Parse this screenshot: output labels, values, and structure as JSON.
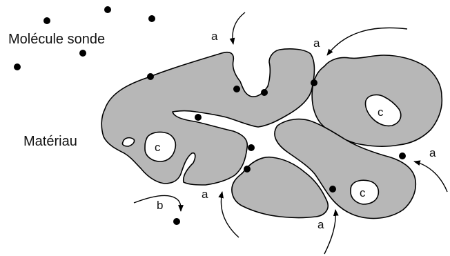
{
  "labels": {
    "probe_molecule": "Molécule sonde",
    "material": "Matériau"
  },
  "pore_labels": {
    "a": "a",
    "b": "b",
    "c": "c"
  }
}
